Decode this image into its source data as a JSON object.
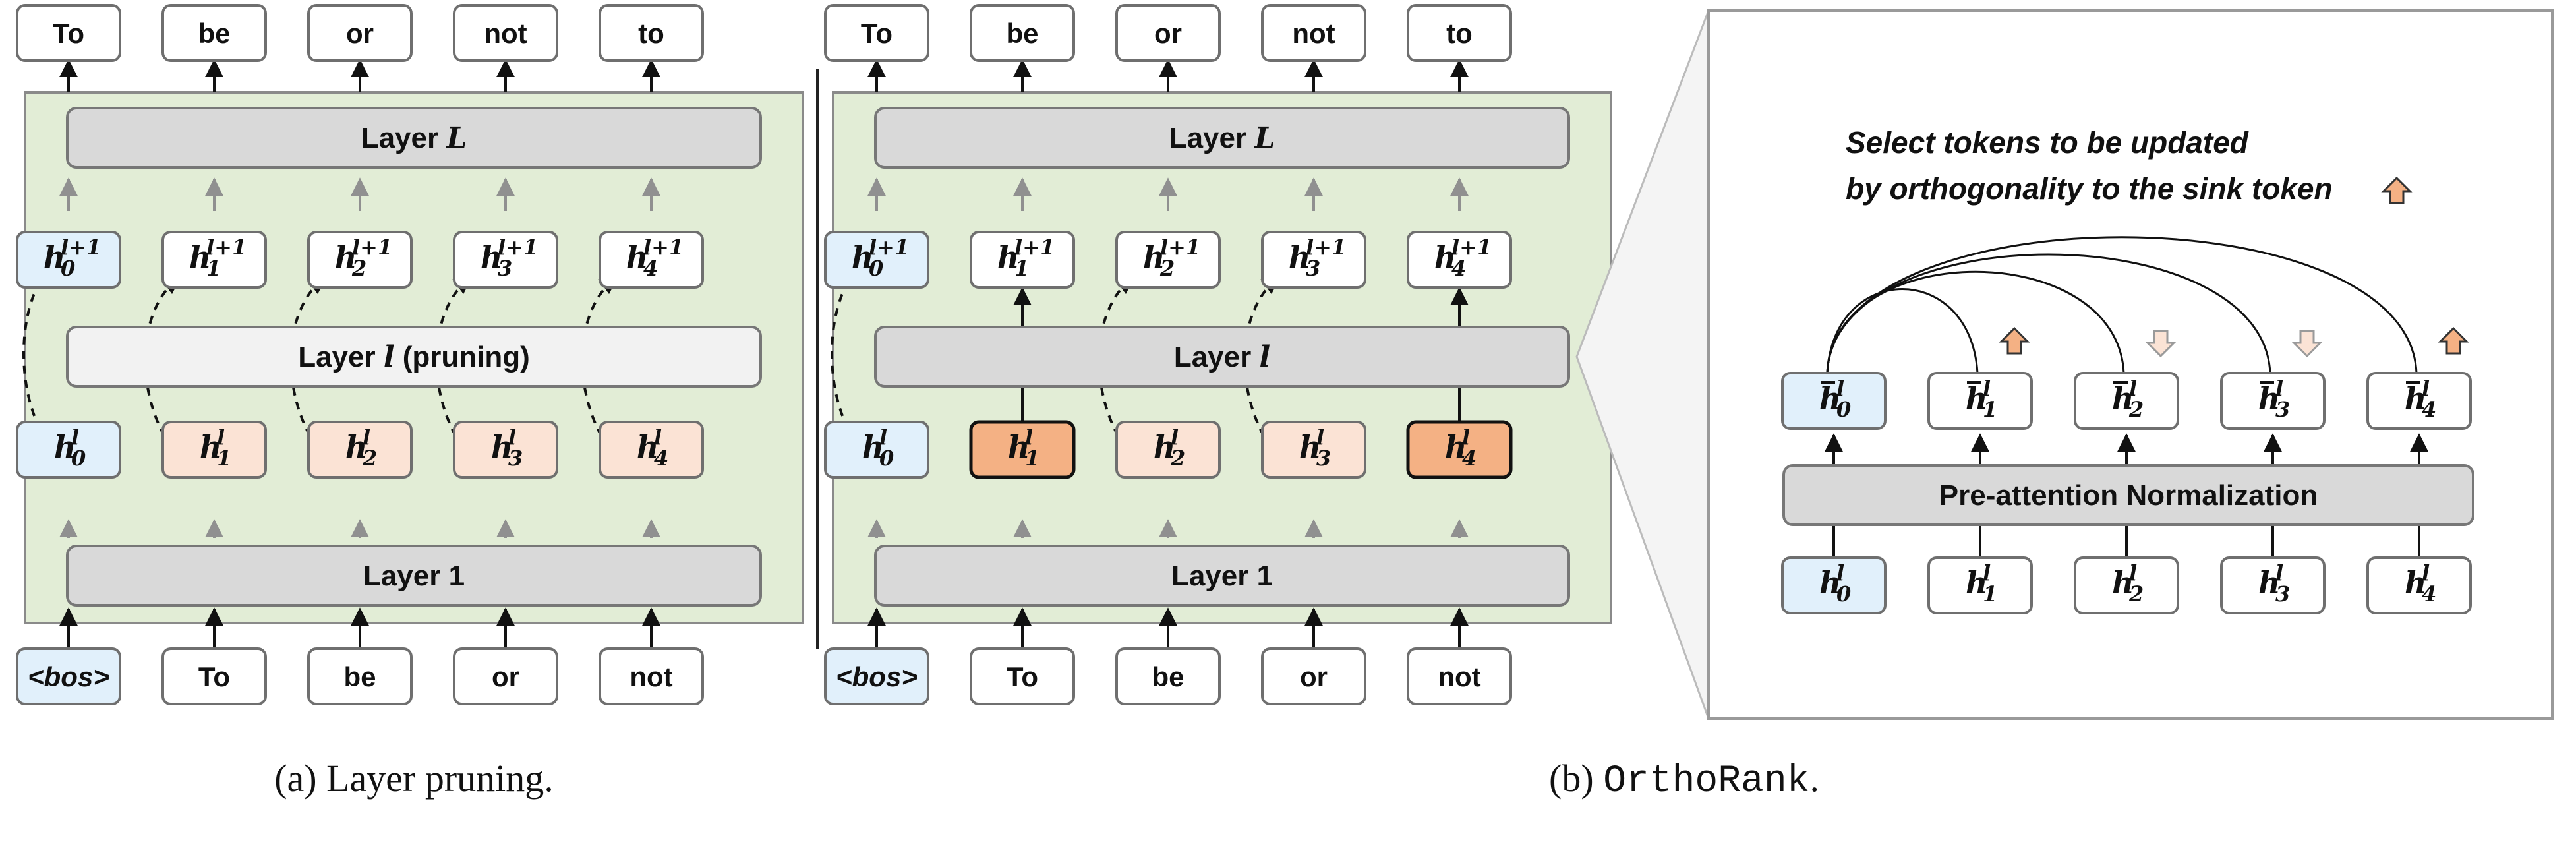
{
  "colors": {
    "panel_green": "#e2edd6",
    "layer_gray": "#d9d9d9",
    "pruning_layer": "#f2f2f2",
    "sink_blue": "#e1f0fb",
    "pruned_token_peach": "#fbe3d5",
    "selected_token_orange": "#f4b184",
    "arrow_up_orange": "#f4b184",
    "arrow_down_peach": "#fbe3d5",
    "gray_arrow": "#909090"
  },
  "panel_a": {
    "outputs": [
      "To",
      "be",
      "or",
      "not",
      "to"
    ],
    "inputs": [
      "<bos>",
      "To",
      "be",
      "or",
      "not"
    ],
    "top_layer": {
      "prefix": "Layer ",
      "var": "L"
    },
    "mid_layer": {
      "prefix": "Layer ",
      "var": "l",
      "suffix": " (pruning)"
    },
    "bottom_layer": "Layer 1",
    "upper_states": [
      {
        "base": "h",
        "sub": "0",
        "sup": "l+1"
      },
      {
        "base": "h",
        "sub": "1",
        "sup": "l+1"
      },
      {
        "base": "h",
        "sub": "2",
        "sup": "l+1"
      },
      {
        "base": "h",
        "sub": "3",
        "sup": "l+1"
      },
      {
        "base": "h",
        "sub": "4",
        "sup": "l+1"
      }
    ],
    "lower_states": [
      {
        "base": "h",
        "sub": "0",
        "sup": "l"
      },
      {
        "base": "h",
        "sub": "1",
        "sup": "l"
      },
      {
        "base": "h",
        "sub": "2",
        "sup": "l"
      },
      {
        "base": "h",
        "sub": "3",
        "sup": "l"
      },
      {
        "base": "h",
        "sub": "4",
        "sup": "l"
      }
    ],
    "caption": "(a) Layer pruning."
  },
  "panel_b": {
    "outputs": [
      "To",
      "be",
      "or",
      "not",
      "to"
    ],
    "inputs": [
      "<bos>",
      "To",
      "be",
      "or",
      "not"
    ],
    "top_layer": {
      "prefix": "Layer ",
      "var": "L"
    },
    "mid_layer": {
      "prefix": "Layer ",
      "var": "l",
      "suffix": ""
    },
    "bottom_layer": "Layer 1",
    "upper_states": [
      {
        "base": "h",
        "sub": "0",
        "sup": "l+1"
      },
      {
        "base": "h",
        "sub": "1",
        "sup": "l+1"
      },
      {
        "base": "h",
        "sub": "2",
        "sup": "l+1"
      },
      {
        "base": "h",
        "sub": "3",
        "sup": "l+1"
      },
      {
        "base": "h",
        "sub": "4",
        "sup": "l+1"
      }
    ],
    "lower_states": [
      {
        "base": "h",
        "sub": "0",
        "sup": "l"
      },
      {
        "base": "h",
        "sub": "1",
        "sup": "l"
      },
      {
        "base": "h",
        "sub": "2",
        "sup": "l"
      },
      {
        "base": "h",
        "sub": "3",
        "sup": "l"
      },
      {
        "base": "h",
        "sub": "4",
        "sup": "l"
      }
    ],
    "selected_tokens": [
      1,
      4
    ],
    "caption_prefix": "(b) ",
    "caption_name": "OrthoRank",
    "caption_suffix": "."
  },
  "zoom": {
    "note_line1": "Select tokens to be updated",
    "note_line2": "by orthogonality to the sink token",
    "normalization_label": "Pre-attention Normalization",
    "normalized_states": [
      {
        "base": "h",
        "sub": "0",
        "sup": "l"
      },
      {
        "base": "h",
        "sub": "1",
        "sup": "l"
      },
      {
        "base": "h",
        "sub": "2",
        "sup": "l"
      },
      {
        "base": "h",
        "sub": "3",
        "sup": "l"
      },
      {
        "base": "h",
        "sub": "4",
        "sup": "l"
      }
    ],
    "raw_states": [
      {
        "base": "h",
        "sub": "0",
        "sup": "l"
      },
      {
        "base": "h",
        "sub": "1",
        "sup": "l"
      },
      {
        "base": "h",
        "sub": "2",
        "sup": "l"
      },
      {
        "base": "h",
        "sub": "3",
        "sup": "l"
      },
      {
        "base": "h",
        "sub": "4",
        "sup": "l"
      }
    ],
    "token_marks": [
      "up",
      "down",
      "down",
      "up"
    ]
  }
}
